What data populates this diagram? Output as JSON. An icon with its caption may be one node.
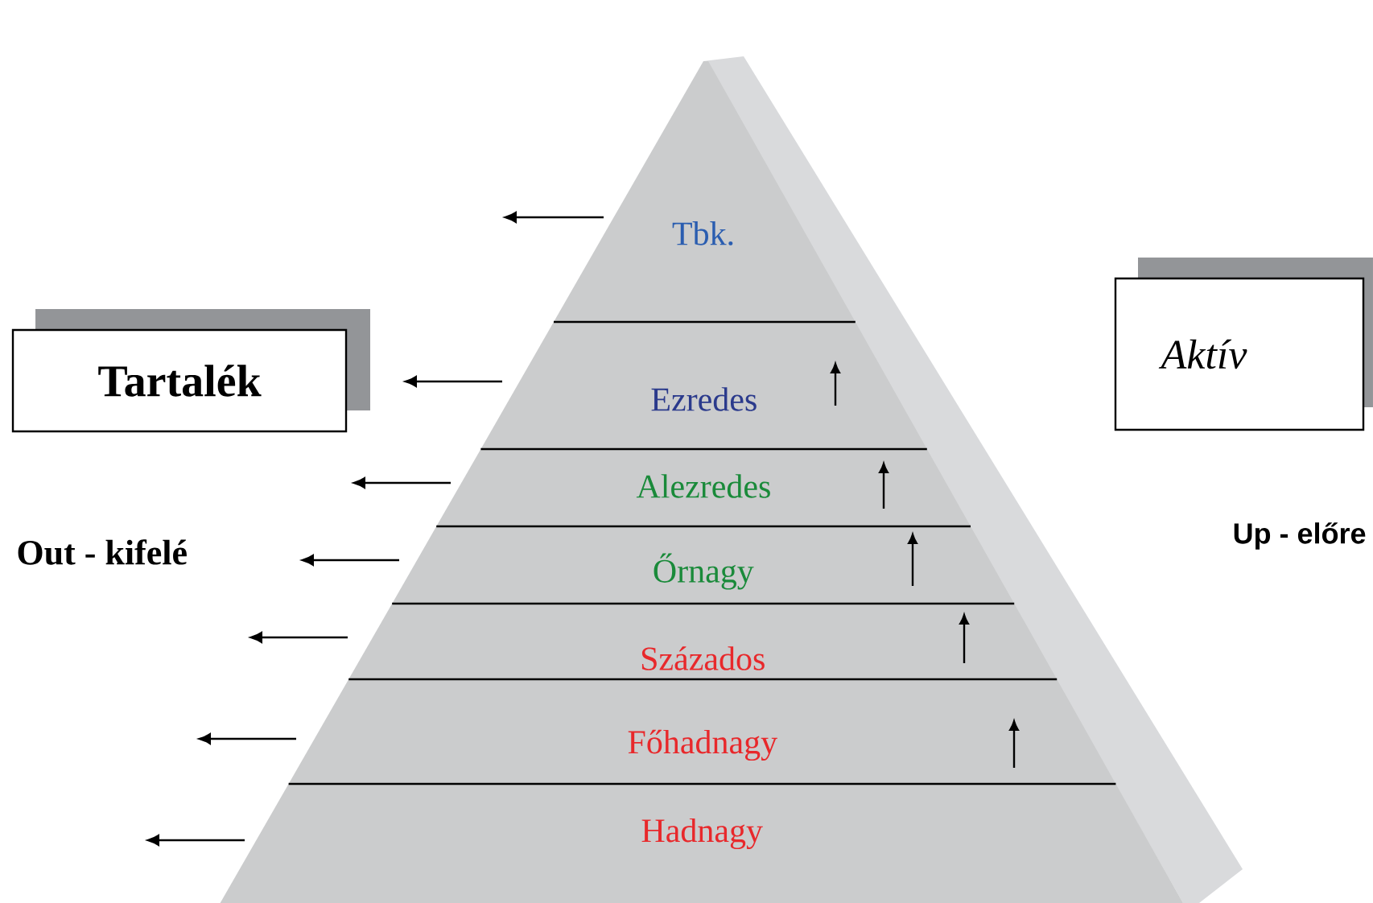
{
  "diagram": {
    "nodes": [
      {
        "text": [
          "Tbk."
        ]
      },
      {
        "text": [
          "Ezredes"
        ]
      },
      {
        "text": [
          "Alezredes"
        ]
      },
      {
        "text": [
          "Őrnagy"
        ]
      },
      {
        "text": [
          "Százados"
        ]
      },
      {
        "text": [
          "Főhadnagy"
        ]
      },
      {
        "text": [
          "Hadnagy"
        ]
      },
      {
        "text": [
          "Tartalék"
        ]
      },
      {
        "text": [
          "Aktív"
        ]
      }
    ],
    "edges": [
      {
        "from": 0,
        "to": null,
        "arrow": "to"
      },
      {
        "from": 1,
        "to": null,
        "arrow": "to"
      },
      {
        "from": 2,
        "to": null,
        "arrow": "to"
      },
      {
        "from": 3,
        "to": null,
        "arrow": "to"
      },
      {
        "from": 4,
        "to": null,
        "arrow": "to"
      },
      {
        "from": 5,
        "to": null,
        "arrow": "to"
      },
      {
        "from": 6,
        "to": null,
        "arrow": "to"
      }
    ],
    "labels": [
      "Out - kifelé",
      "Up - előre"
    ]
  }
}
